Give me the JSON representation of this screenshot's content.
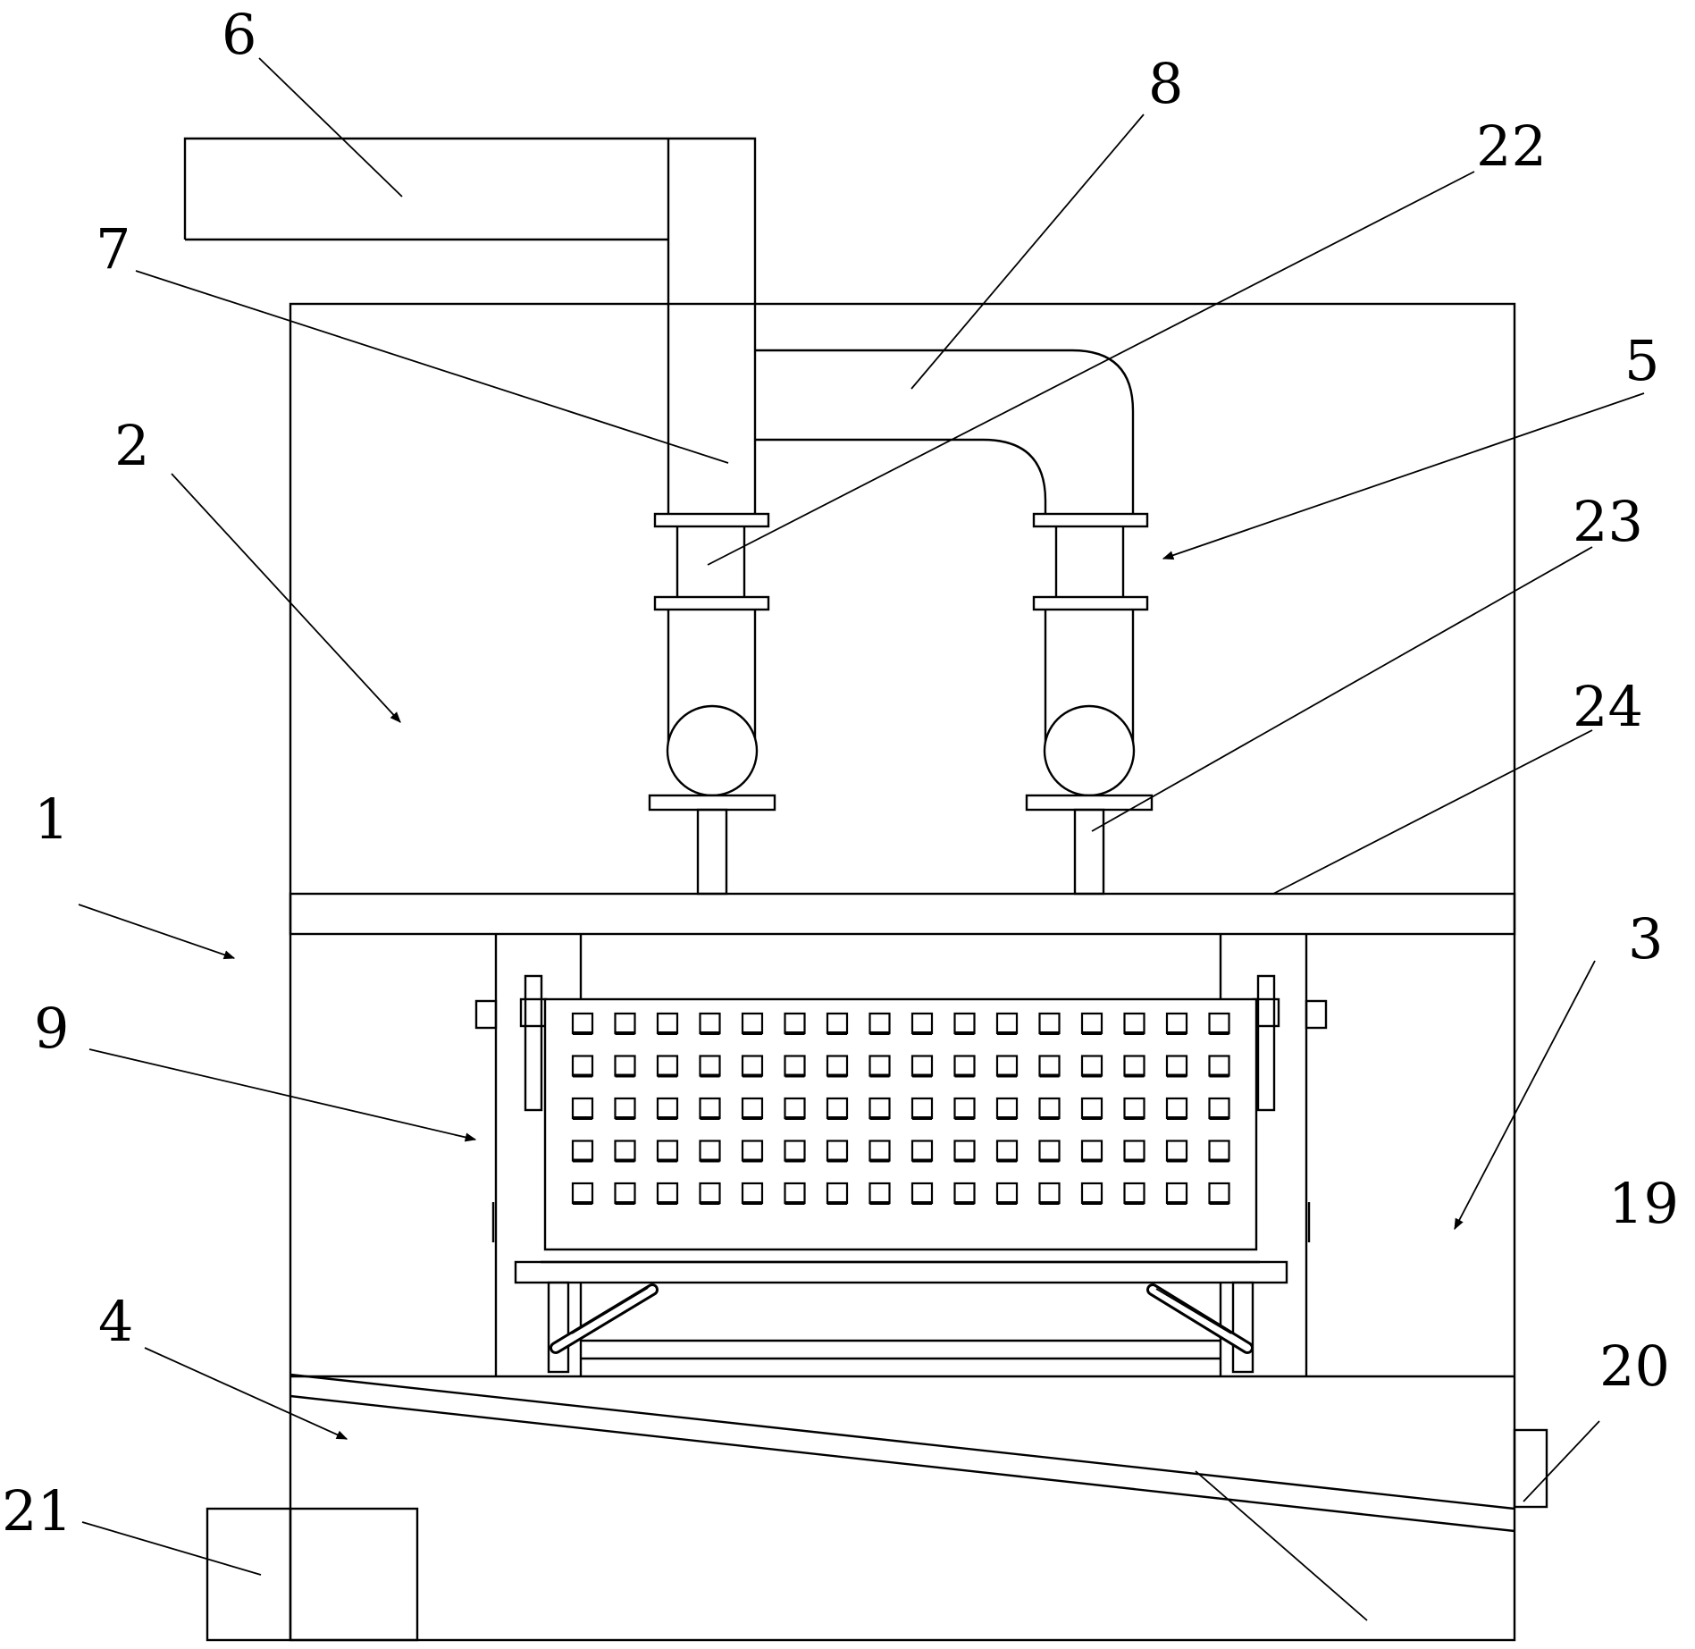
{
  "figure": {
    "labels": [
      {
        "id": "1",
        "text": "1"
      },
      {
        "id": "2",
        "text": "2"
      },
      {
        "id": "3",
        "text": "3"
      },
      {
        "id": "4",
        "text": "4"
      },
      {
        "id": "5",
        "text": "5"
      },
      {
        "id": "6",
        "text": "6"
      },
      {
        "id": "7",
        "text": "7"
      },
      {
        "id": "8",
        "text": "8"
      },
      {
        "id": "9",
        "text": "9"
      },
      {
        "id": "19",
        "text": "19"
      },
      {
        "id": "20",
        "text": "20"
      },
      {
        "id": "21",
        "text": "21"
      },
      {
        "id": "22",
        "text": "22"
      },
      {
        "id": "23",
        "text": "23"
      },
      {
        "id": "24",
        "text": "24"
      }
    ],
    "basket_holes": {
      "rows": 5,
      "cols": 16
    }
  }
}
